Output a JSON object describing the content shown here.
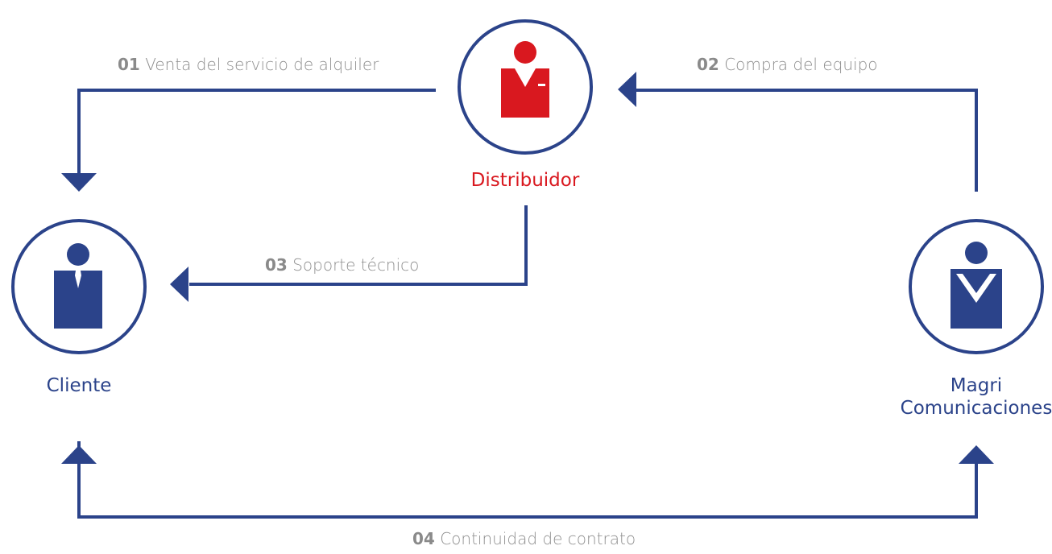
{
  "colors": {
    "blue": "#2b438a",
    "red": "#d9181f",
    "gray": "#8e8e8e"
  },
  "nodes": {
    "distribuidor": {
      "label": "Distribuidor",
      "icon": "person-red-icon"
    },
    "cliente": {
      "label": "Cliente",
      "icon": "person-tie-icon"
    },
    "magri": {
      "label_line1": "Magri",
      "label_line2": "Comunicaciones",
      "icon": "person-v-icon"
    }
  },
  "edges": [
    {
      "num": "01",
      "text": "Venta del servicio de alquiler"
    },
    {
      "num": "02",
      "text": "Compra del equipo"
    },
    {
      "num": "03",
      "text": "Soporte técnico"
    },
    {
      "num": "04",
      "text": "Continuidad de contrato"
    }
  ]
}
